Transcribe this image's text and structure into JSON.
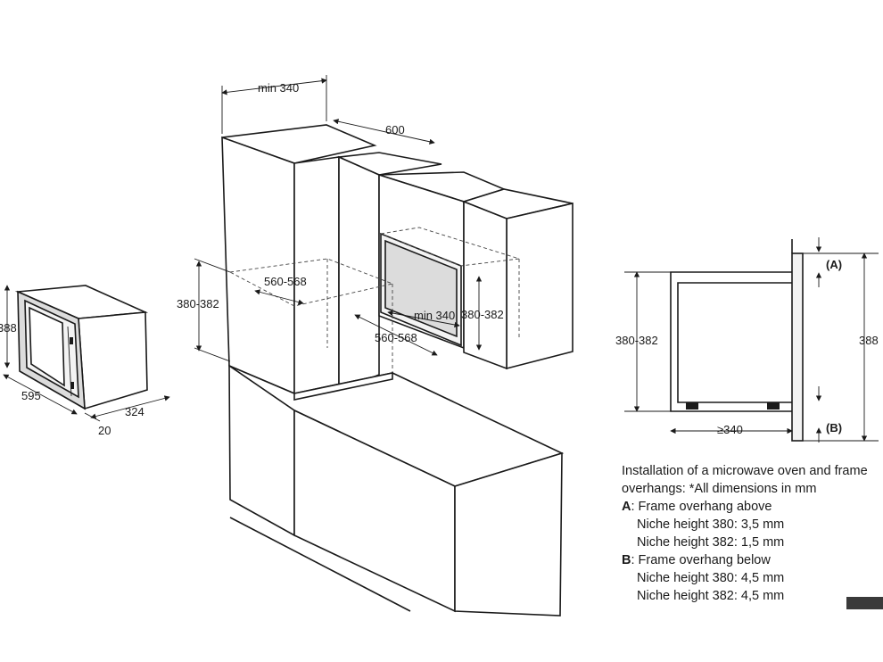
{
  "small_oven": {
    "height": "388",
    "width": "595",
    "depth": "324",
    "frame": "20"
  },
  "kitchen": {
    "min_top": "min 340",
    "depth": "600",
    "niche_w_left": "560-568",
    "niche_h_left": "380-382",
    "niche_min": "min 340",
    "niche_h_right": "380-382",
    "niche_w_right": "560-568"
  },
  "section": {
    "label_a": "(A)",
    "label_b": "(B)",
    "height_left": "380-382",
    "height_right": "388",
    "depth": "≥340"
  },
  "notes": {
    "line1": "Installation of a microwave oven and frame",
    "line2": "overhangs: *All dimensions in mm",
    "a_key": "A",
    "a_text": ": Frame overhang above",
    "a_1": "Niche height 380: 3,5 mm",
    "a_2": "Niche height 382: 1,5 mm",
    "b_key": "B",
    "b_text": ": Frame overhang below",
    "b_1": "Niche height 380: 4,5 mm",
    "b_2": "Niche height 382: 4,5 mm"
  }
}
